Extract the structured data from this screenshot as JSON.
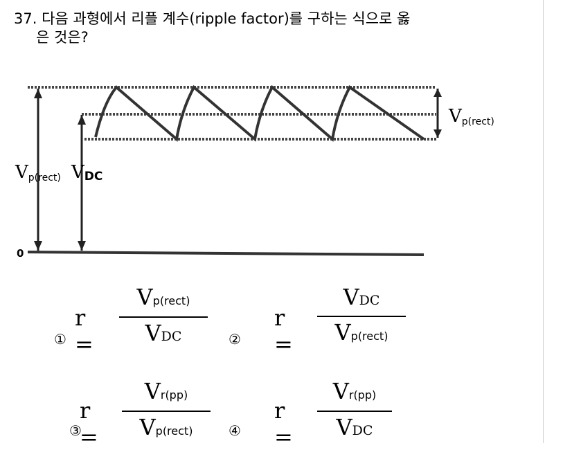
{
  "question": {
    "number": "37.",
    "line1": "다음 과형에서 리플 계수(ripple factor)를 구하는 식으로 옳",
    "line2": "은 것은?"
  },
  "figure": {
    "label_vp_left": "V",
    "label_vp_left_sub": "p(rect)",
    "label_vdc": "V",
    "label_vdc_sub": "DC",
    "label_vp_right": "V",
    "label_vp_right_sub": "p(rect)",
    "label_zero": "0"
  },
  "options": [
    {
      "mark": "①",
      "lhs": "r =",
      "num": "V",
      "num_sub": "p(rect)",
      "den": "V",
      "den_sub": "DC"
    },
    {
      "mark": "②",
      "lhs": "r =",
      "num": "V",
      "num_sub": "DC",
      "den": "V",
      "den_sub": "p(rect)"
    },
    {
      "mark": "③",
      "lhs": "r =",
      "num": "V",
      "num_sub": "r(pp)",
      "den": "V",
      "den_sub": "p(rect)"
    },
    {
      "mark": "④",
      "lhs": "r =",
      "num": "V",
      "num_sub": "r(pp)",
      "den": "V",
      "den_sub": "DC"
    }
  ]
}
